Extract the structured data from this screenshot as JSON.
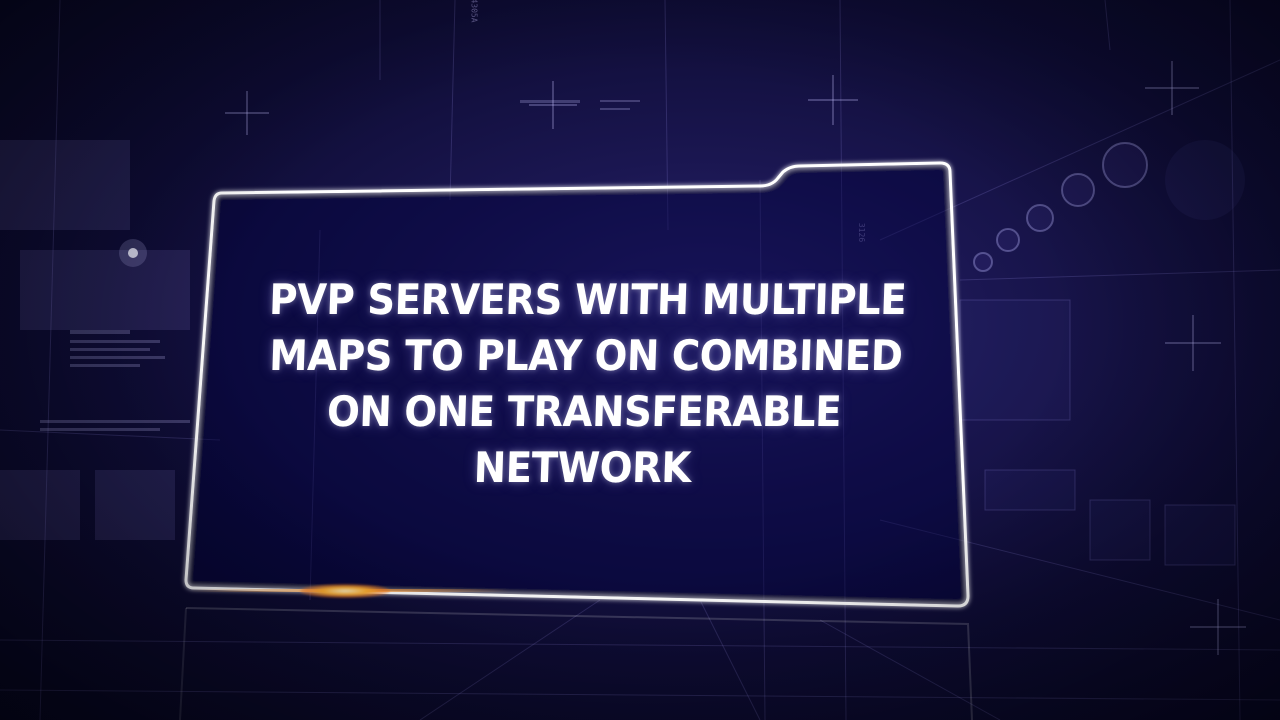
{
  "headline": {
    "line1": "PVP SERVERS WITH MULTIPLE",
    "line2": "MAPS TO PLAY ON COMBINED",
    "line3": "ON ONE TRANSFERABLE",
    "line4": "NETWORK"
  },
  "hud_labels": {
    "readout_a": "3126",
    "readout_b": "4305A"
  },
  "colors": {
    "background": "#0e0c34",
    "frame_stroke": "#ffffff",
    "text": "#ffffff",
    "flare": "#ffb030"
  }
}
